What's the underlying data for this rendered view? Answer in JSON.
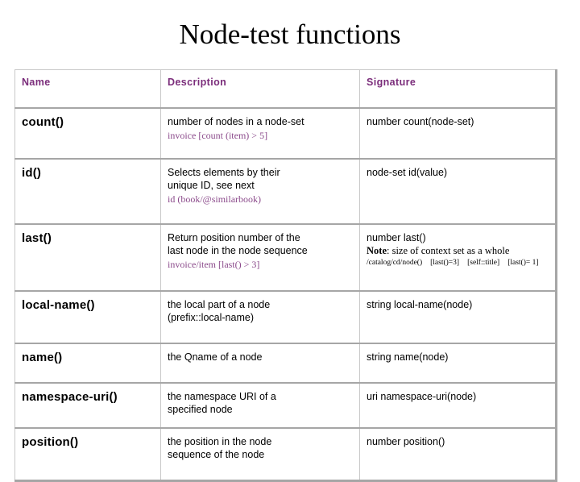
{
  "slide": {
    "title": "Node-test functions"
  },
  "table": {
    "headers": [
      "Name",
      "Description",
      "Signature"
    ],
    "rows": [
      {
        "name": "count()",
        "desc_lines": [
          "number of nodes in a node-set"
        ],
        "desc_example": "invoice [count (item) > 5]",
        "sig_lines": [
          "number count(node-set)"
        ]
      },
      {
        "name": "id()",
        "desc_lines": [
          "Selects elements by their",
          "unique ID, see next"
        ],
        "desc_example": "id (book/@similarbook)",
        "sig_lines": [
          "node-set id(value)"
        ]
      },
      {
        "name": "last()",
        "desc_lines": [
          "Return position number of the",
          "last node in the node sequence"
        ],
        "desc_example": "invoice/item [last() > 3]",
        "sig_lines": [
          "number last()"
        ],
        "sig_note_bold": "Note",
        "sig_note_rest": ": size of context set as a whole",
        "sig_tiny": [
          "/catalog/cd/node()",
          "[last()=3]",
          "[self::title]",
          "[last()= 1]"
        ]
      },
      {
        "name": "local-name()",
        "desc_lines": [
          "the local part of a node",
          "(prefix::local-name)"
        ],
        "sig_lines": [
          "string local-name(node)"
        ]
      },
      {
        "name": "name()",
        "desc_lines": [
          "the Qname of a node"
        ],
        "sig_lines": [
          "string name(node)"
        ]
      },
      {
        "name": "namespace-uri()",
        "desc_lines": [
          "the namespace URI of a",
          "specified node"
        ],
        "sig_lines": [
          "uri namespace-uri(node)"
        ]
      },
      {
        "name": "position()",
        "desc_lines": [
          "the position in the node",
          "sequence of the node"
        ],
        "sig_lines": [
          "number position()"
        ]
      }
    ]
  },
  "colors": {
    "header_text": "#7b2d7b",
    "example_text": "#8b4a8b",
    "body_text": "#000000",
    "border_light": "#c8c8c8",
    "border_heavy": "#a6a6a6",
    "background": "#ffffff"
  }
}
